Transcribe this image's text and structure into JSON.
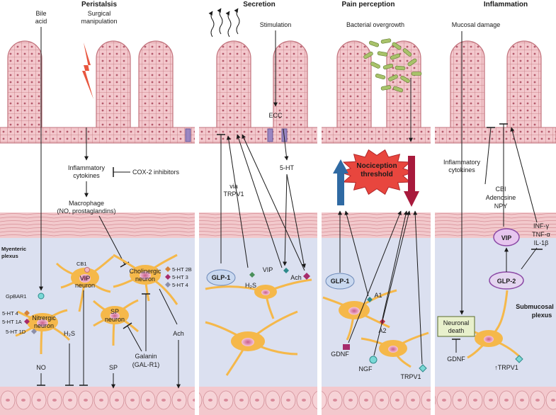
{
  "panels": {
    "peristalsis": {
      "header": "Peristalsis",
      "bile_acid": [
        "Bile",
        "acid"
      ],
      "surgical": [
        "Surgical",
        "manipulation"
      ],
      "cytokines": [
        "Inflammatory",
        "cytokines"
      ],
      "cox2": "COX-2 inhibitors",
      "macrophage": [
        "Macrophage",
        "(NO, prostaglandins)"
      ],
      "myenteric": [
        "Myenteric",
        "plexus"
      ],
      "cb1": "CB1",
      "vip_neuron": [
        "VIP",
        "neuron"
      ],
      "cholinergic": [
        "Cholinergic",
        "neuron"
      ],
      "ht2b": "5-HT 2B",
      "ht3": "5-HT 3",
      "ht4_right": "5-HT 4",
      "gpbar1": "GpBAR1",
      "ht4_left": "5-HT 4",
      "ht1a": "5-HT 1A",
      "ht1d": "5-HT 1D",
      "nitrergic": [
        "Nitrergic",
        "neuron"
      ],
      "sp_neuron": [
        "SP",
        "neuron"
      ],
      "h2s": "H₂S",
      "galanin": [
        "Galanin",
        "(GAL-R1)"
      ],
      "ach": "Ach",
      "no": "NO",
      "sp": "SP"
    },
    "secretion": {
      "header": "Secretion",
      "stimulation": "Stimulation",
      "ecc": "ECC",
      "ht": "5-HT",
      "via": [
        "via",
        "TRPV1"
      ],
      "glp1": "GLP-1",
      "vip": "VIP",
      "h2s": "H₂S",
      "ach": "Ach"
    },
    "pain": {
      "header": "Pain perception",
      "bacterial": "Bacterial overgrowth",
      "nociception": [
        "Nociception",
        "threshold"
      ],
      "glp1": "GLP-1",
      "a1": "A1",
      "a2": "A2",
      "gdnf": "GDNF",
      "ngf": "NGF",
      "trpv1": "TRPV1"
    },
    "inflammation": {
      "header": "Inflammation",
      "mucosal": "Mucosal damage",
      "cytokines": [
        "Inflammatory",
        "cytokines"
      ],
      "mediators": [
        "CBI",
        "Adenosine",
        "NPY"
      ],
      "inf": [
        "INF-γ",
        "TNF-α",
        "IL-1β"
      ],
      "vip": "VIP",
      "glp2": "GLP-2",
      "neuronal_death": [
        "Neuronal",
        "death"
      ],
      "submucosal": [
        "Submucosal",
        "plexus"
      ],
      "gdnf": "GDNF",
      "trpv1": "↑TRPV1"
    }
  },
  "colors": {
    "villus_fill": "#f3c8cd",
    "villus_stroke": "#c2727c",
    "muscle": "#f2c9cc",
    "plexus_bg": "#dbe0f0",
    "neuron": "#f5b84a",
    "glp_oval": "#c9d8ef",
    "vip_oval": "#e7c6ef",
    "nociception": "#e8463e",
    "arrow_up": "#2f6aa3",
    "arrow_down": "#a81a3c"
  }
}
